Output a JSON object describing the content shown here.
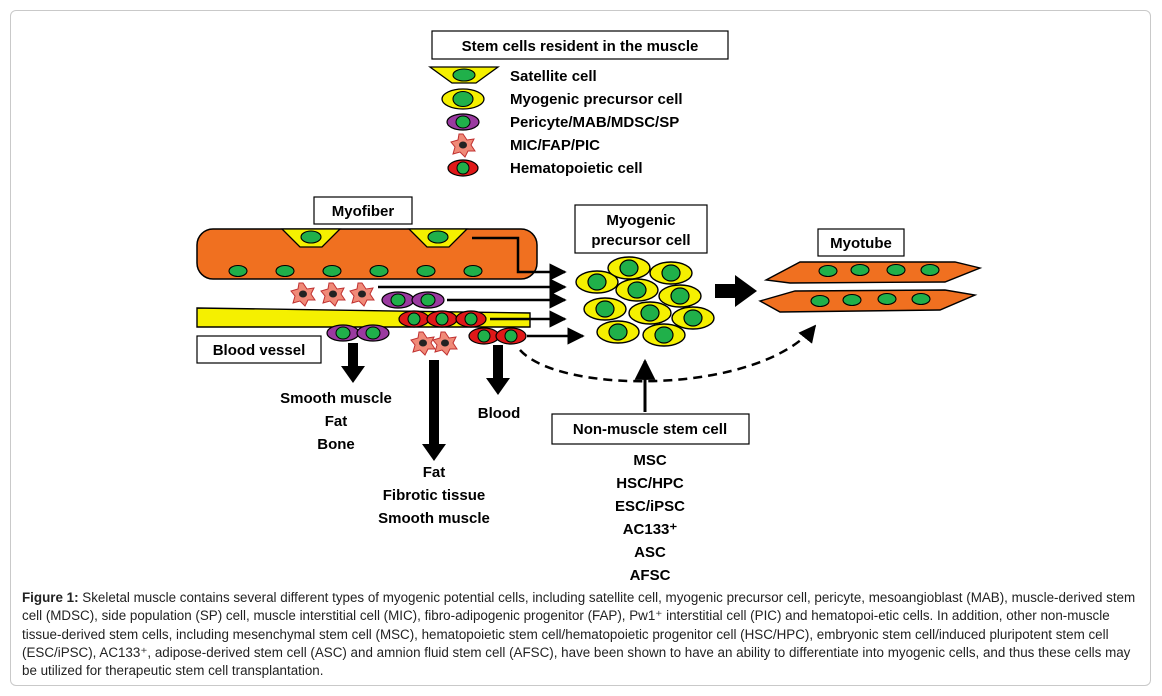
{
  "legend": {
    "title": "Stem cells resident in the muscle",
    "items": [
      {
        "label": "Satellite cell"
      },
      {
        "label": "Myogenic precursor cell"
      },
      {
        "label": "Pericyte/MAB/MDSC/SP"
      },
      {
        "label": "MIC/FAP/PIC"
      },
      {
        "label": "Hematopoietic cell"
      }
    ]
  },
  "labels": {
    "myofiber": "Myofiber",
    "blood_vessel": "Blood vessel",
    "myogenic_precursor": [
      "Myogenic",
      "precursor cell"
    ],
    "myotube": "Myotube",
    "non_muscle": "Non-muscle stem cell"
  },
  "outputs": {
    "pericyte": [
      "Smooth muscle",
      "Fat",
      "Bone"
    ],
    "mic": [
      "Fat",
      "Fibrotic tissue",
      "Smooth muscle"
    ],
    "hematopoietic": [
      "Blood"
    ]
  },
  "non_muscle_list": [
    "MSC",
    "HSC/HPC",
    "ESC/iPSC",
    "AC133⁺",
    "ASC",
    "AFSC"
  ],
  "caption": {
    "label": "Figure 1:",
    "text": " Skeletal muscle contains several different types of myogenic potential cells, including satellite cell, myogenic precursor cell, pericyte, mesoangioblast (MAB), muscle-derived stem cell (MDSC), side population (SP) cell, muscle interstitial cell (MIC), fibro-adipogenic progenitor (FAP), Pw1⁺ interstitial cell (PIC) and hematopoi-etic cells. In addition, other non-muscle tissue-derived stem cells, including mesenchymal stem cell (MSC), hematopoietic stem cell/hematopoietic progenitor cell (HSC/HPC), embryonic stem cell/induced pluripotent stem cell (ESC/iPSC), AC133⁺, adipose-derived stem cell (ASC) and amnion fluid stem cell (AFSC), have been shown to have an ability to differentiate into myogenic cells, and thus these cells may be utilized for therapeutic stem cell transplantation."
  },
  "colors": {
    "myofiber": "#f07020",
    "yellow": "#f5f000",
    "nucleus": "#20b04a",
    "purple": "#9a3aa0",
    "pink": "#f08a78",
    "red": "#e01818"
  }
}
